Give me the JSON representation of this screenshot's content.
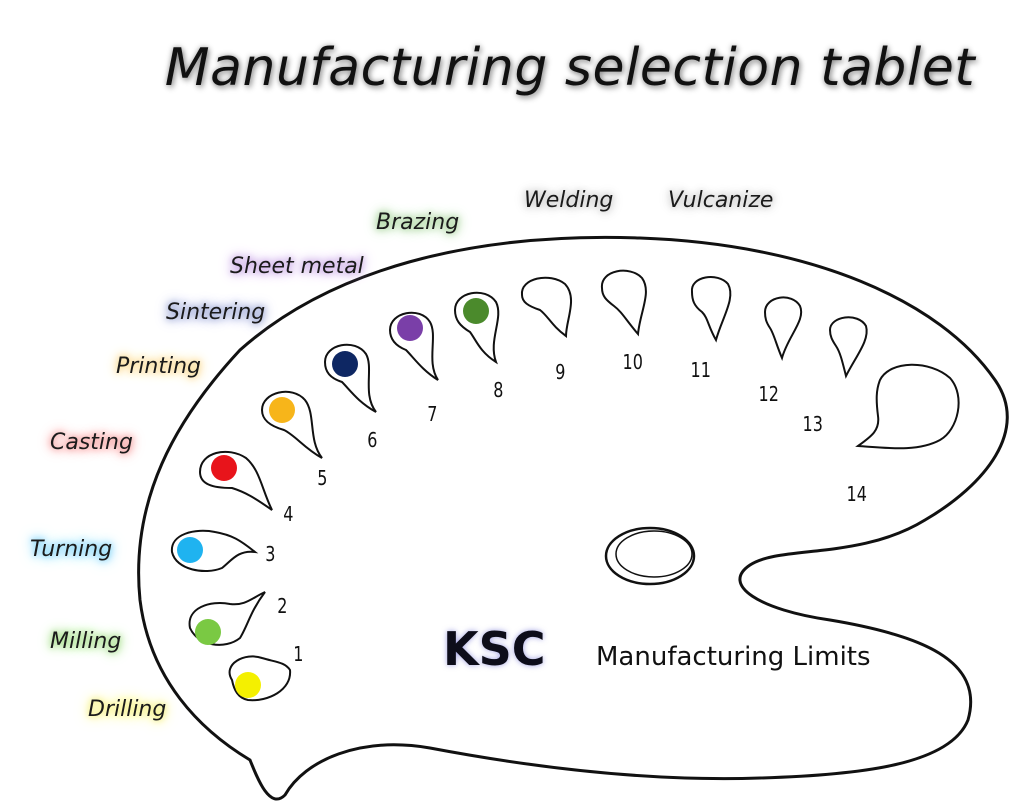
{
  "title": "Manufacturing selection tablet",
  "brand": "KSC",
  "subtitle": "Manufacturing Limits",
  "processes": [
    {
      "label": "Drilling",
      "number": "1",
      "color": "#f4f000",
      "glow": "#f5f07a"
    },
    {
      "label": "Milling",
      "number": "2",
      "color": "#7ac943",
      "glow": "#a6e08a"
    },
    {
      "label": "Turning",
      "number": "3",
      "color": "#1fb3f0",
      "glow": "#7fd4f8"
    },
    {
      "label": "Casting",
      "number": "4",
      "color": "#e8141b",
      "glow": "#f59a9a"
    },
    {
      "label": "Printing",
      "number": "5",
      "color": "#f7b51a",
      "glow": "#f9d98c"
    },
    {
      "label": "Sintering",
      "number": "6",
      "color": "#0e2763",
      "glow": "#9aa6d6"
    },
    {
      "label": "Sheet metal",
      "number": "7",
      "color": "#7a3fa8",
      "glow": "#c9a6e6"
    },
    {
      "label": "Brazing",
      "number": "8",
      "color": "#4b8a2c",
      "glow": "#a7d49a"
    },
    {
      "label": "Welding",
      "number": "9",
      "color": null,
      "glow": "#cfcfcf"
    },
    {
      "label": "Vulcanize",
      "number": "10",
      "color": null,
      "glow": "#cfcfcf"
    },
    {
      "label": "",
      "number": "11",
      "color": null,
      "glow": null
    },
    {
      "label": "",
      "number": "12",
      "color": null,
      "glow": null
    },
    {
      "label": "",
      "number": "13",
      "color": null,
      "glow": null
    },
    {
      "label": "",
      "number": "14",
      "color": null,
      "glow": null
    }
  ]
}
